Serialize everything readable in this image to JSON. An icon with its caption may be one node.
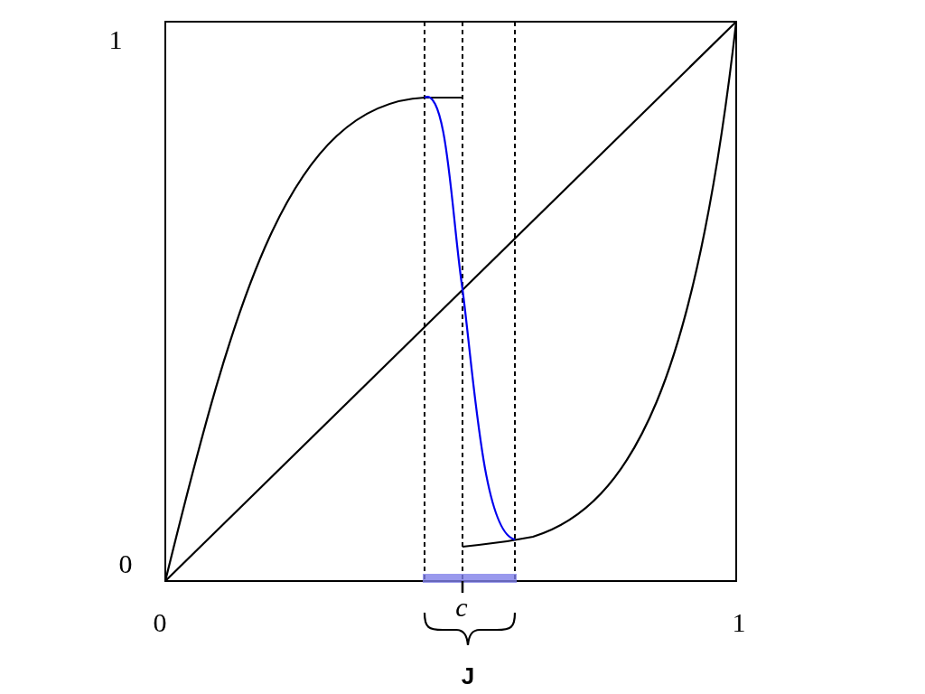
{
  "diagram": {
    "labels": [
      "1",
      "0",
      "0",
      "c",
      "1",
      "J"
    ]
  }
}
